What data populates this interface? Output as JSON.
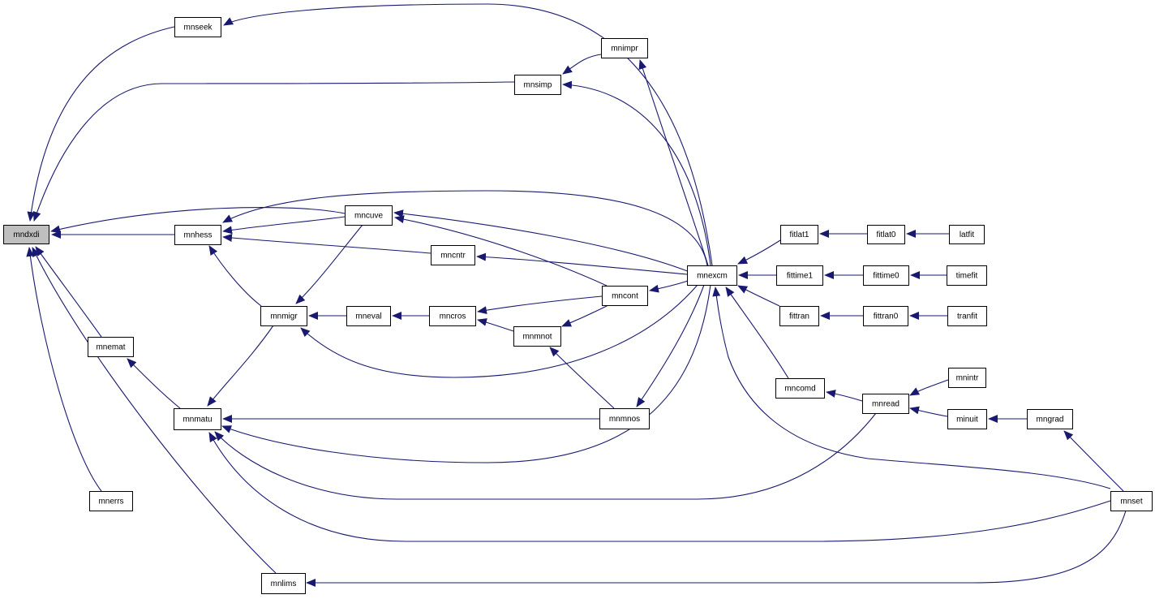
{
  "graph": {
    "root": "mndxdi",
    "colors": {
      "edge": "#191970",
      "root_fill": "#bfbfbf",
      "node_fill": "#ffffff",
      "node_border": "#000000"
    },
    "nodes": [
      {
        "id": "mndxdi",
        "label": "mndxdi"
      },
      {
        "id": "mnseek",
        "label": "mnseek"
      },
      {
        "id": "mnsimp",
        "label": "mnsimp"
      },
      {
        "id": "mnimpr",
        "label": "mnimpr"
      },
      {
        "id": "mncuve",
        "label": "mncuve"
      },
      {
        "id": "mnhess",
        "label": "mnhess"
      },
      {
        "id": "mncntr",
        "label": "mncntr"
      },
      {
        "id": "mnexcm",
        "label": "mnexcm"
      },
      {
        "id": "mncont",
        "label": "mncont"
      },
      {
        "id": "mnmigr",
        "label": "mnmigr"
      },
      {
        "id": "mneval",
        "label": "mneval"
      },
      {
        "id": "mncros",
        "label": "mncros"
      },
      {
        "id": "mnmnot",
        "label": "mnmnot"
      },
      {
        "id": "mnemat",
        "label": "mnemat"
      },
      {
        "id": "mnmatu",
        "label": "mnmatu"
      },
      {
        "id": "mnmnos",
        "label": "mnmnos"
      },
      {
        "id": "mnerrs",
        "label": "mnerrs"
      },
      {
        "id": "mnlims",
        "label": "mnlims"
      },
      {
        "id": "fitlat1",
        "label": "fitlat1"
      },
      {
        "id": "fitlat0",
        "label": "fitlat0"
      },
      {
        "id": "latfit",
        "label": "latfit"
      },
      {
        "id": "fittime1",
        "label": "fittime1"
      },
      {
        "id": "fittime0",
        "label": "fittime0"
      },
      {
        "id": "timefit",
        "label": "timefit"
      },
      {
        "id": "fittran",
        "label": "fittran"
      },
      {
        "id": "fittran0",
        "label": "fittran0"
      },
      {
        "id": "tranfit",
        "label": "tranfit"
      },
      {
        "id": "mncomd",
        "label": "mncomd"
      },
      {
        "id": "mnread",
        "label": "mnread"
      },
      {
        "id": "mnintr",
        "label": "mnintr"
      },
      {
        "id": "minuit",
        "label": "minuit"
      },
      {
        "id": "mngrad",
        "label": "mngrad"
      },
      {
        "id": "mnset",
        "label": "mnset"
      }
    ],
    "edges": [
      {
        "from": "mnseek",
        "to": "mndxdi"
      },
      {
        "from": "mnsimp",
        "to": "mndxdi"
      },
      {
        "from": "mncuve",
        "to": "mndxdi"
      },
      {
        "from": "mnhess",
        "to": "mndxdi"
      },
      {
        "from": "mnemat",
        "to": "mndxdi"
      },
      {
        "from": "mnerrs",
        "to": "mndxdi"
      },
      {
        "from": "mnlims",
        "to": "mndxdi"
      },
      {
        "from": "mnexcm",
        "to": "mnseek"
      },
      {
        "from": "mnimpr",
        "to": "mnsimp"
      },
      {
        "from": "mnexcm",
        "to": "mnsimp"
      },
      {
        "from": "mnexcm",
        "to": "mnimpr"
      },
      {
        "from": "mnexcm",
        "to": "mncuve"
      },
      {
        "from": "mncont",
        "to": "mncuve"
      },
      {
        "from": "mncuve",
        "to": "mnhess"
      },
      {
        "from": "mncntr",
        "to": "mnhess"
      },
      {
        "from": "mnexcm",
        "to": "mnhess"
      },
      {
        "from": "mnmigr",
        "to": "mnhess"
      },
      {
        "from": "mnexcm",
        "to": "mncntr"
      },
      {
        "from": "mncuve",
        "to": "mnmigr"
      },
      {
        "from": "mneval",
        "to": "mnmigr"
      },
      {
        "from": "mnexcm",
        "to": "mnmigr"
      },
      {
        "from": "mncros",
        "to": "mneval"
      },
      {
        "from": "mncont",
        "to": "mncros"
      },
      {
        "from": "mnmnot",
        "to": "mncros"
      },
      {
        "from": "mncont",
        "to": "mnmnot"
      },
      {
        "from": "mnmnos",
        "to": "mnmnot"
      },
      {
        "from": "mnexcm",
        "to": "mncont"
      },
      {
        "from": "mnexcm",
        "to": "mnmnos"
      },
      {
        "from": "mnmatu",
        "to": "mnemat"
      },
      {
        "from": "mnmigr",
        "to": "mnmatu"
      },
      {
        "from": "mnmnos",
        "to": "mnmatu"
      },
      {
        "from": "mnexcm",
        "to": "mnmatu"
      },
      {
        "from": "mnread",
        "to": "mnmatu"
      },
      {
        "from": "mnset",
        "to": "mnmatu"
      },
      {
        "from": "mnset",
        "to": "mnlims"
      },
      {
        "from": "fitlat1",
        "to": "mnexcm"
      },
      {
        "from": "fittime1",
        "to": "mnexcm"
      },
      {
        "from": "fittran",
        "to": "mnexcm"
      },
      {
        "from": "mncomd",
        "to": "mnexcm"
      },
      {
        "from": "mnset",
        "to": "mnexcm"
      },
      {
        "from": "fitlat0",
        "to": "fitlat1"
      },
      {
        "from": "latfit",
        "to": "fitlat0"
      },
      {
        "from": "fittime0",
        "to": "fittime1"
      },
      {
        "from": "timefit",
        "to": "fittime0"
      },
      {
        "from": "fittran0",
        "to": "fittran"
      },
      {
        "from": "tranfit",
        "to": "fittran0"
      },
      {
        "from": "mnread",
        "to": "mncomd"
      },
      {
        "from": "mnintr",
        "to": "mnread"
      },
      {
        "from": "minuit",
        "to": "mnread"
      },
      {
        "from": "mngrad",
        "to": "minuit"
      },
      {
        "from": "mnset",
        "to": "mngrad"
      }
    ]
  }
}
